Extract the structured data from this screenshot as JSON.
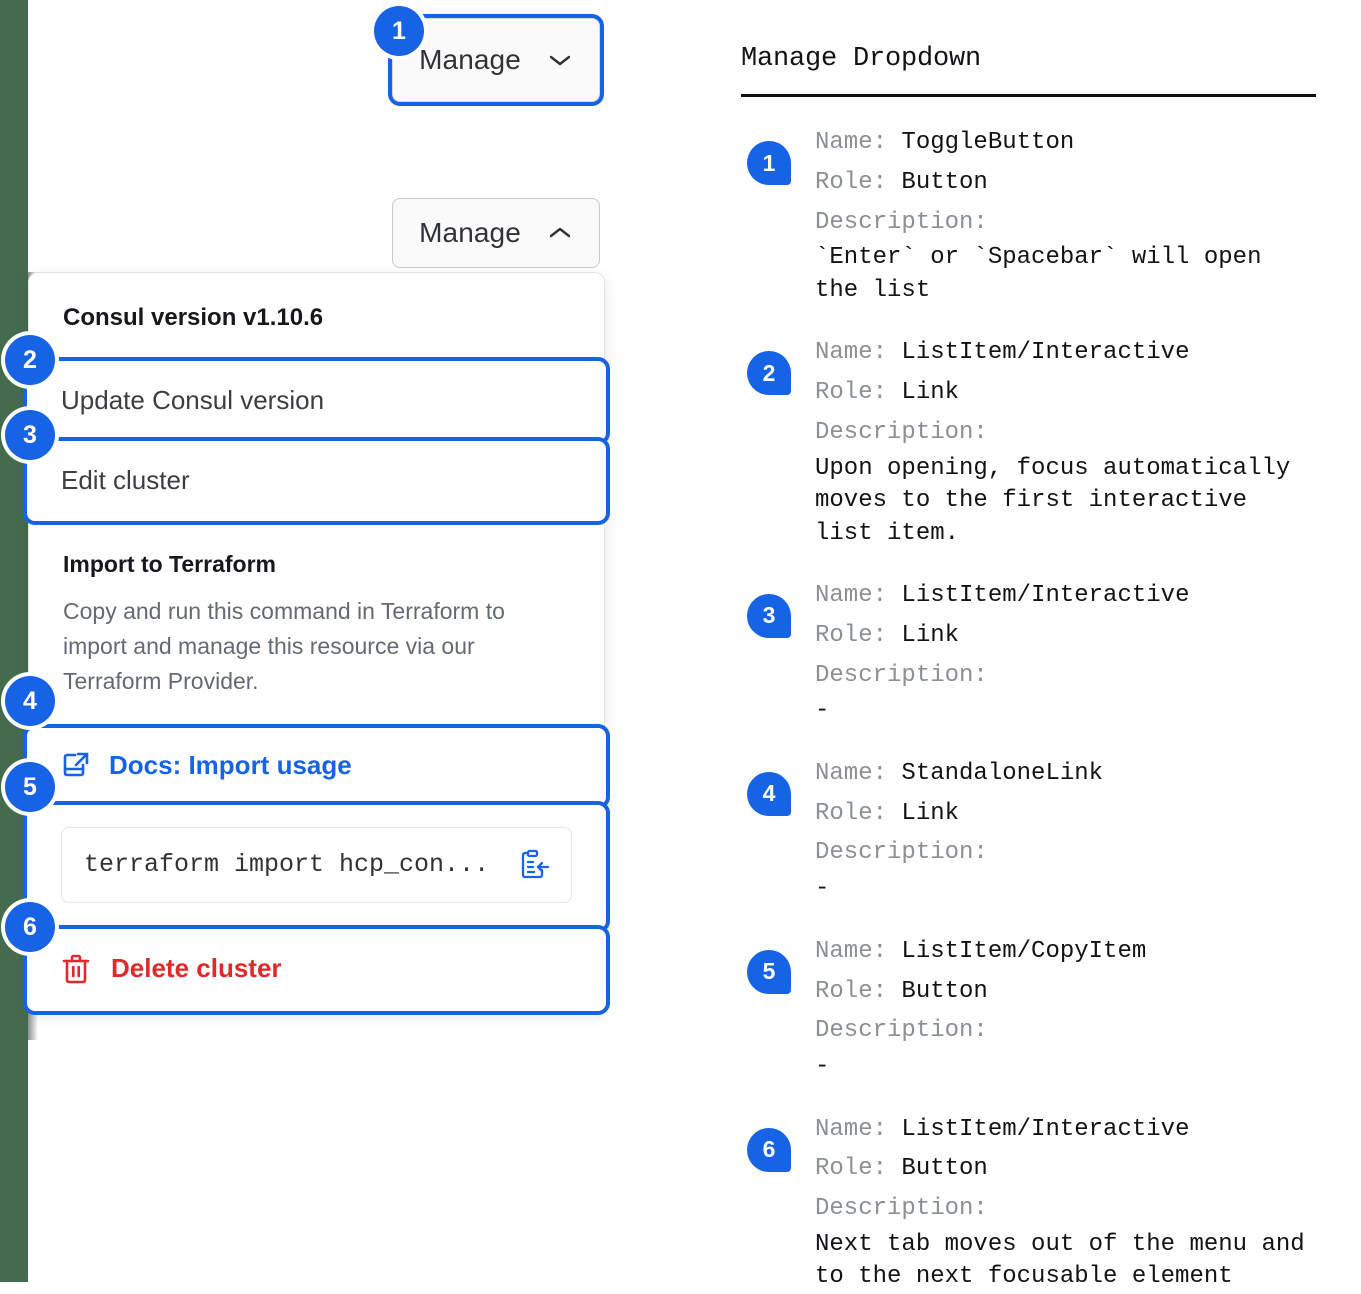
{
  "theme": {
    "accent": "#1763e6",
    "danger": "#e0292b",
    "edge_strip": "#456b4f",
    "text": "#16181d",
    "muted": "#646a73"
  },
  "left": {
    "toggle_focused": {
      "label": "Manage",
      "chevron": "chevron-down-icon",
      "badge": "1"
    },
    "toggle_open": {
      "label": "Manage",
      "chevron": "chevron-up-icon"
    },
    "dropdown": {
      "version_heading": "Consul version v1.10.6",
      "items": [
        {
          "badge": "2",
          "label": "Update Consul version"
        },
        {
          "badge": "3",
          "label": "Edit cluster"
        }
      ],
      "terraform": {
        "title": "Import to Terraform",
        "description": "Copy and run this command in Terraform to import and manage this resource via our Terraform Provider."
      },
      "docs_link": {
        "badge": "4",
        "label": "Docs: Import usage",
        "icon": "docs-external-link-icon"
      },
      "copy_field": {
        "badge": "5",
        "value": "terraform import hcp_con...",
        "copy_icon": "copy-clipboard-icon"
      },
      "delete": {
        "badge": "6",
        "label": "Delete cluster",
        "icon": "trash-icon"
      }
    }
  },
  "right": {
    "title": "Manage Dropdown",
    "labels": {
      "name": "Name:",
      "role": "Role:",
      "description": "Description:"
    },
    "entries": [
      {
        "badge": "1",
        "name": "ToggleButton",
        "role": "Button",
        "description": "`Enter` or `Spacebar` will open\nthe list"
      },
      {
        "badge": "2",
        "name": "ListItem/Interactive",
        "role": "Link",
        "description": "Upon opening, focus automatically\nmoves to the first interactive\nlist item."
      },
      {
        "badge": "3",
        "name": "ListItem/Interactive",
        "role": "Link",
        "description": "-"
      },
      {
        "badge": "4",
        "name": "StandaloneLink",
        "role": "Link",
        "description": "-"
      },
      {
        "badge": "5",
        "name": "ListItem/CopyItem",
        "role": "Button",
        "description": "-"
      },
      {
        "badge": "6",
        "name": "ListItem/Interactive",
        "role": "Button",
        "description": "Next tab moves out of the menu and\nto the next focusable element"
      }
    ]
  }
}
